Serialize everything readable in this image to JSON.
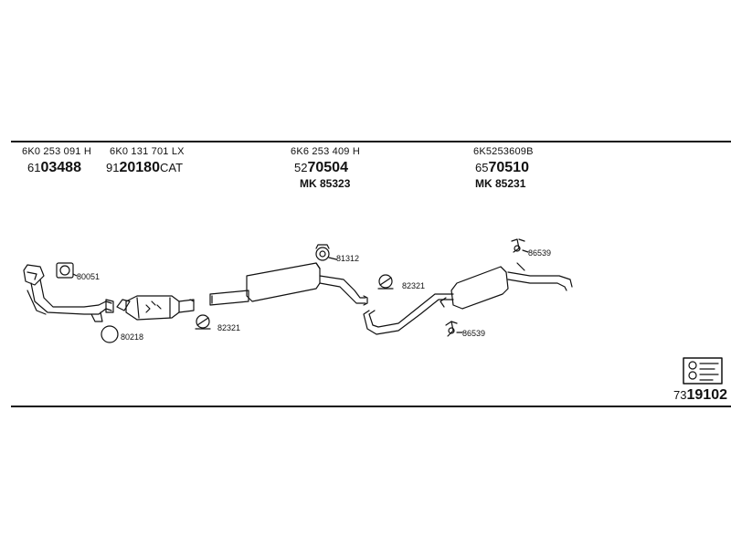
{
  "columns": [
    {
      "oem": "6K0 253 091 H",
      "pn_prefix": "61",
      "pn_main": "03488",
      "pn_suffix": "",
      "mk": ""
    },
    {
      "oem": "6K0 131 701 LX",
      "pn_prefix": "91",
      "pn_main": "20180",
      "pn_suffix": "CAT",
      "mk": ""
    },
    {
      "oem": "6K6 253 409 H",
      "pn_prefix": "52",
      "pn_main": "70504",
      "pn_suffix": "",
      "mk": "MK 85323"
    },
    {
      "oem": "6K5253609B",
      "pn_prefix": "65",
      "pn_main": "70510",
      "pn_suffix": "",
      "mk": "MK 85231"
    }
  ],
  "parts": {
    "gasket_top": "80051",
    "ring": "80218",
    "clamp_1": "82321",
    "hanger_1": "81312",
    "clamp_2": "82321",
    "hanger_2_top": "86539",
    "hanger_2_bottom": "86539"
  },
  "footer": {
    "pn_prefix": "73",
    "pn_main": "19102"
  },
  "icon": "parts-diagram-icon"
}
